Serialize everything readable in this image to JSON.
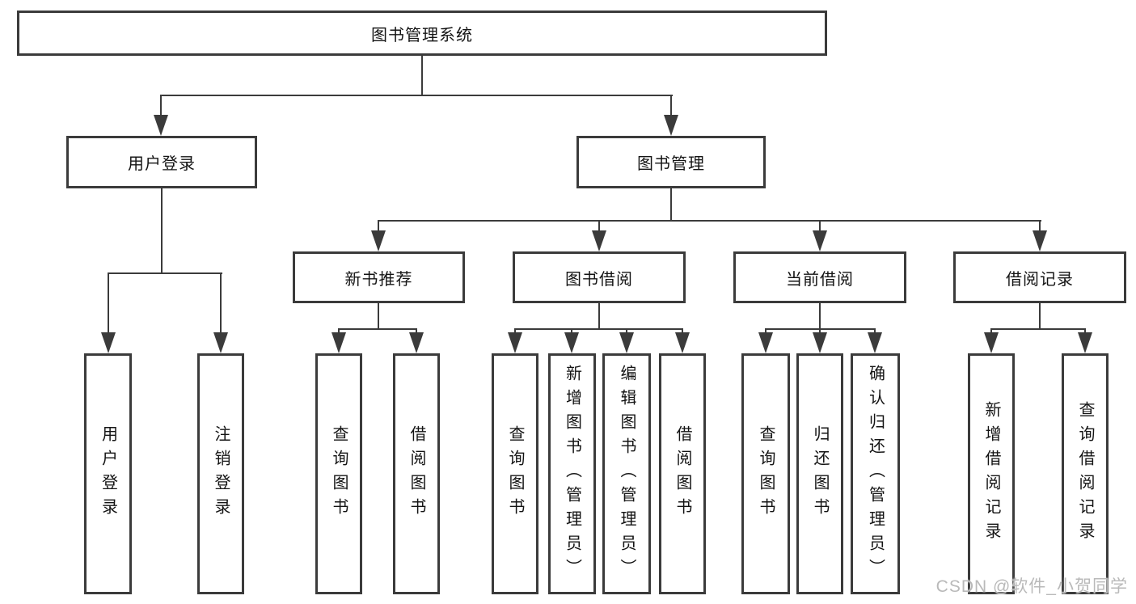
{
  "diagram": {
    "title": "图书管理系统",
    "level2": {
      "user_login": "用户登录",
      "book_management": "图书管理"
    },
    "level3": {
      "new_book_recommend": "新书推荐",
      "book_borrow": "图书借阅",
      "current_borrow": "当前借阅",
      "borrow_record": "借阅记录"
    },
    "leaves": {
      "user_login": [
        "用户登录",
        "注销登录"
      ],
      "new_book_recommend": [
        "查询图书",
        "借阅图书"
      ],
      "book_borrow": [
        "查询图书",
        "新增图书（管理员）",
        "编辑图书（管理员）",
        "借阅图书"
      ],
      "current_borrow": [
        "查询图书",
        "归还图书",
        "确认归还（管理员）"
      ],
      "borrow_record": [
        "新增借阅记录",
        "查询借阅记录"
      ]
    },
    "watermark": "CSDN @软件_小贺同学",
    "colors": {
      "line": "#3b3b3b",
      "text": "#141414",
      "watermark": "#b9b9b9",
      "background": "#ffffff"
    }
  }
}
